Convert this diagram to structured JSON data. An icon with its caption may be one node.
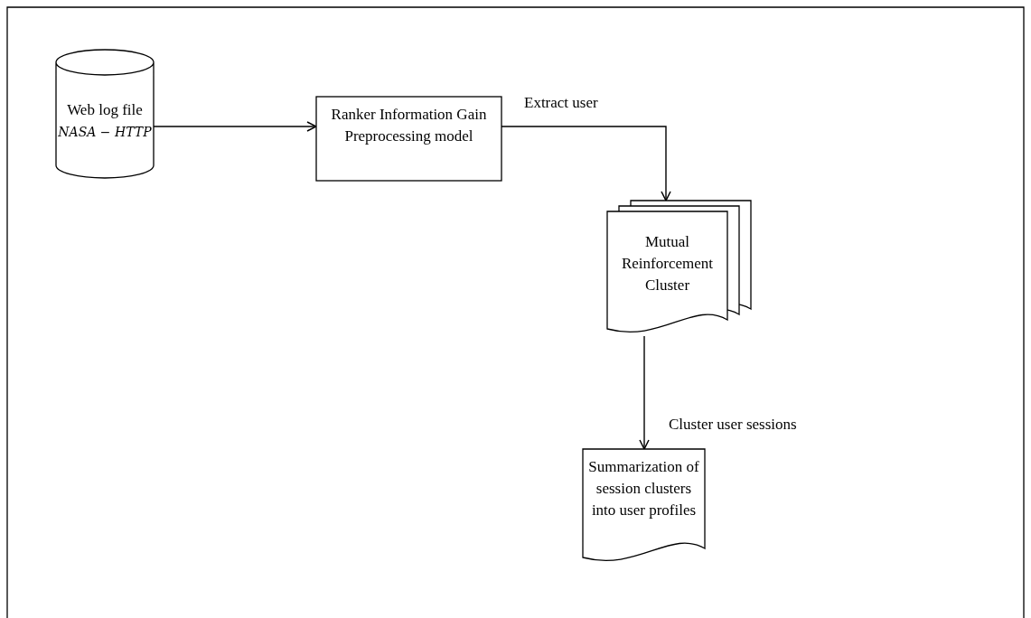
{
  "diagram": {
    "nodes": [
      {
        "text": [
          "Web log file",
          "NASA − HTTP"
        ]
      },
      {
        "text": [
          "Ranker Information Gain Preprocessing model"
        ]
      },
      {
        "text": [
          "Mutual Reinforcement Cluster"
        ]
      },
      {
        "text": [
          "Summarization of session clusters into user profiles"
        ]
      }
    ],
    "edges": [
      {
        "from": 0,
        "to": 1,
        "arrow": "to"
      },
      {
        "from": 1,
        "to": 2,
        "arrow": "to",
        "label": "Extract user"
      },
      {
        "from": 2,
        "to": 3,
        "arrow": "to",
        "label": "Cluster user sessions"
      }
    ]
  }
}
